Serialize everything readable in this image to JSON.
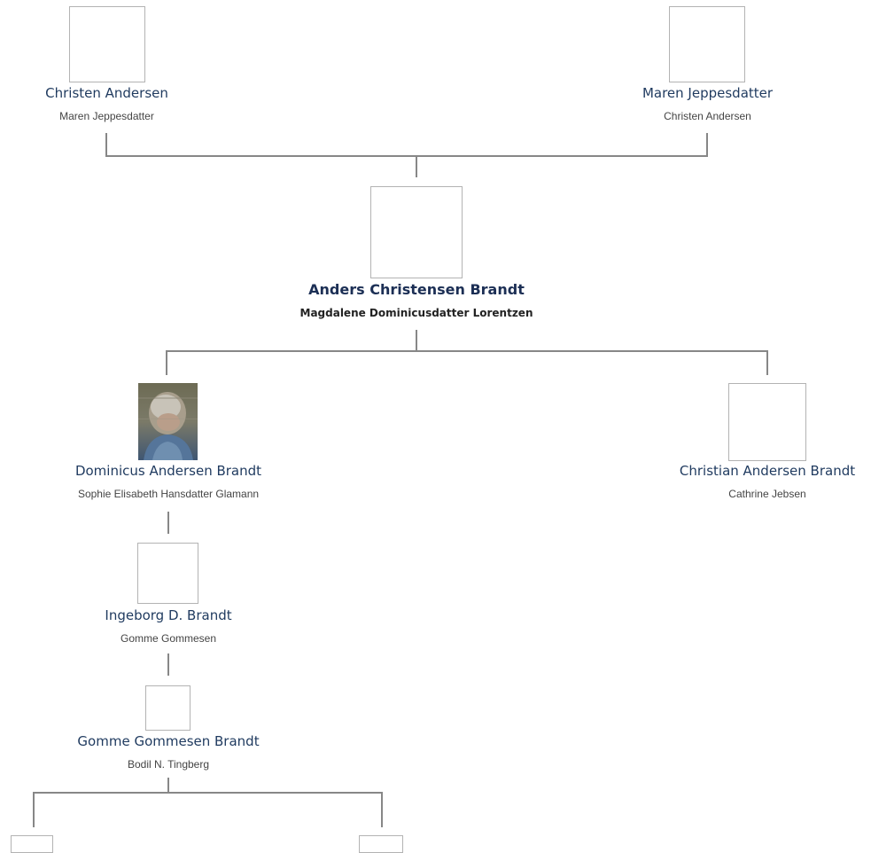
{
  "tree": {
    "parents": [
      {
        "name": "Christen Andersen",
        "spouse": "Maren Jeppesdatter"
      },
      {
        "name": "Maren Jeppesdatter",
        "spouse": "Christen Andersen"
      }
    ],
    "focus": {
      "name": "Anders Christensen Brandt",
      "spouse": "Magdalene Dominicusdatter Lorentzen"
    },
    "children": [
      {
        "name": "Dominicus Andersen Brandt",
        "spouse": "Sophie Elisabeth Hansdatter Glamann",
        "photo": true
      },
      {
        "name": "Christian Andersen Brandt",
        "spouse": "Cathrine Jebsen"
      }
    ],
    "grandchild": {
      "name": "Ingeborg D. Brandt",
      "spouse": "Gomme Gommesen"
    },
    "great_grandchild": {
      "name": "Gomme Gommesen Brandt",
      "spouse": "Bodil N. Tingberg"
    }
  },
  "colors": {
    "connector": "#878787",
    "box_border": "#b3b3b3",
    "name_text": "#1f3a5f"
  }
}
